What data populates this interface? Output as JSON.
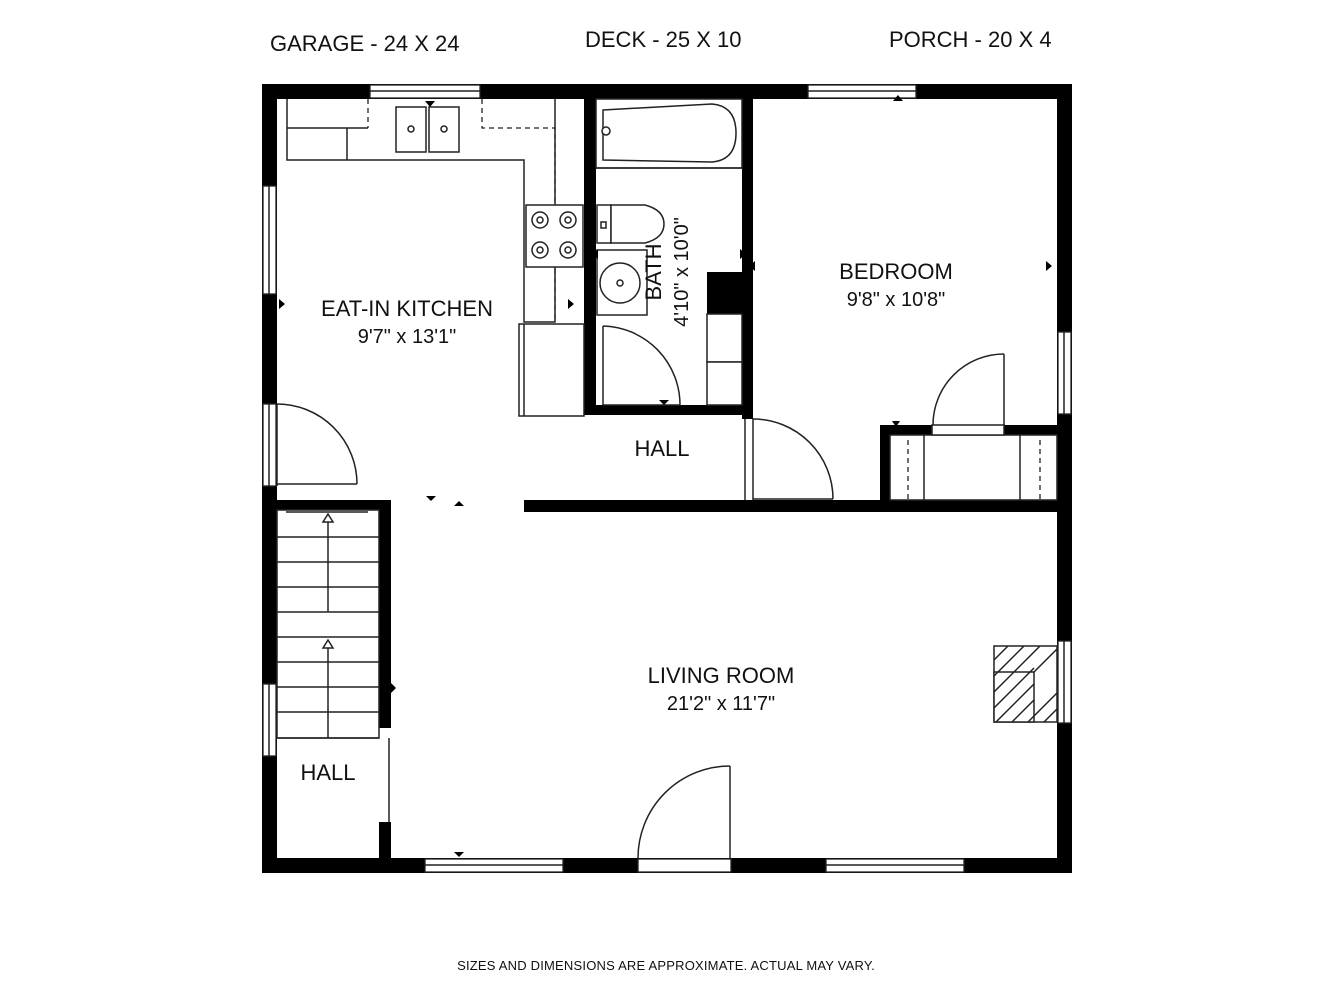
{
  "header": {
    "garage": "GARAGE - 24 X 24",
    "deck": "DECK - 25 X 10",
    "porch": "PORCH - 20 X 4"
  },
  "rooms": {
    "kitchen": {
      "name": "EAT-IN KITCHEN",
      "dims": "9'7\" x 13'1\""
    },
    "bath": {
      "name": "BATH",
      "dims": "4'10\" x 10'0\""
    },
    "bedroom": {
      "name": "BEDROOM",
      "dims": "9'8\" x 10'8\""
    },
    "hall_upper": {
      "name": "HALL"
    },
    "living": {
      "name": "LIVING ROOM",
      "dims": "21'2\" x 11'7\""
    },
    "hall_lower": {
      "name": "HALL"
    }
  },
  "footer": {
    "disclaimer": "SIZES AND DIMENSIONS ARE APPROXIMATE. ACTUAL MAY VARY."
  }
}
